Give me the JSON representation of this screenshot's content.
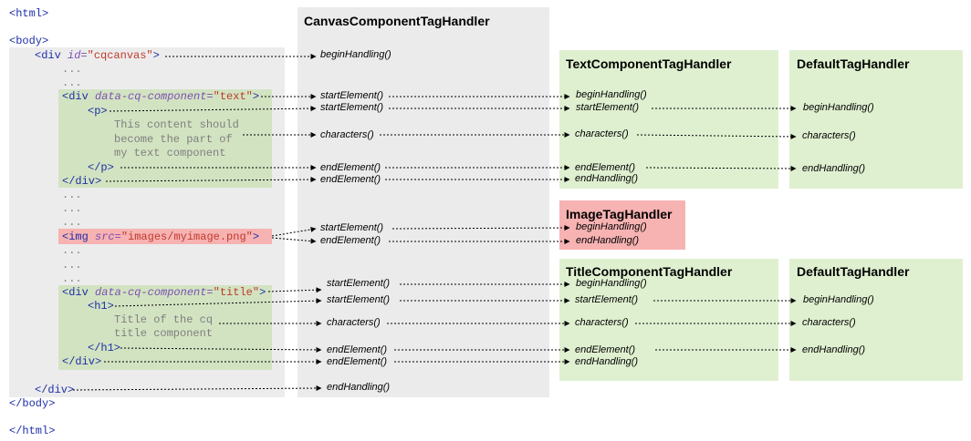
{
  "colors": {
    "canvas_box": "#ebebeb",
    "green_box": "#dff0d0",
    "code_green": "#d2e3c1",
    "body_gray": "#ececec",
    "image_red": "#f7b2b2",
    "tag_blue": "#1e2fa8",
    "attr_purple": "#7b4fb3",
    "value_red": "#c0392b"
  },
  "code": {
    "html_open": "<html>",
    "body_open": "<body>",
    "div_cqcanvas": {
      "tag": "<div",
      "attr": "id=",
      "value": "\"cqcanvas\"",
      "close": ">"
    },
    "dots": "...",
    "div_text": {
      "tag": "<div",
      "attr": "data-cq-component=",
      "value": "\"text\"",
      "close": ">"
    },
    "p_open": "<p>",
    "p_content": [
      "This content should",
      "become the part of",
      "my text component"
    ],
    "p_close": "</p>",
    "div_close": "</div>",
    "img": {
      "tag": "<img",
      "attr": "src=",
      "value": "\"images/myimage.png\"",
      "close": ">"
    },
    "div_title": {
      "tag": "<div",
      "attr": "data-cq-component=",
      "value": "\"title\"",
      "close": ">"
    },
    "h1_open": "<h1>",
    "h1_content": [
      "Title of the cq",
      "title component"
    ],
    "h1_close": "</h1>",
    "body_close": "</body>",
    "html_close": "</html>"
  },
  "handlers": {
    "canvas": "CanvasComponentTagHandler",
    "text": "TextComponentTagHandler",
    "default_top": "DefaultTagHandler",
    "image": "ImageTagHandler",
    "title": "TitleComponentTagHandler",
    "default_bottom": "DefaultTagHandler"
  },
  "methods": {
    "begin_handling": "beginHandling()",
    "start_element": "startElement()",
    "characters": "characters()",
    "end_element": "endElement()",
    "end_handling": "endHandling()"
  }
}
